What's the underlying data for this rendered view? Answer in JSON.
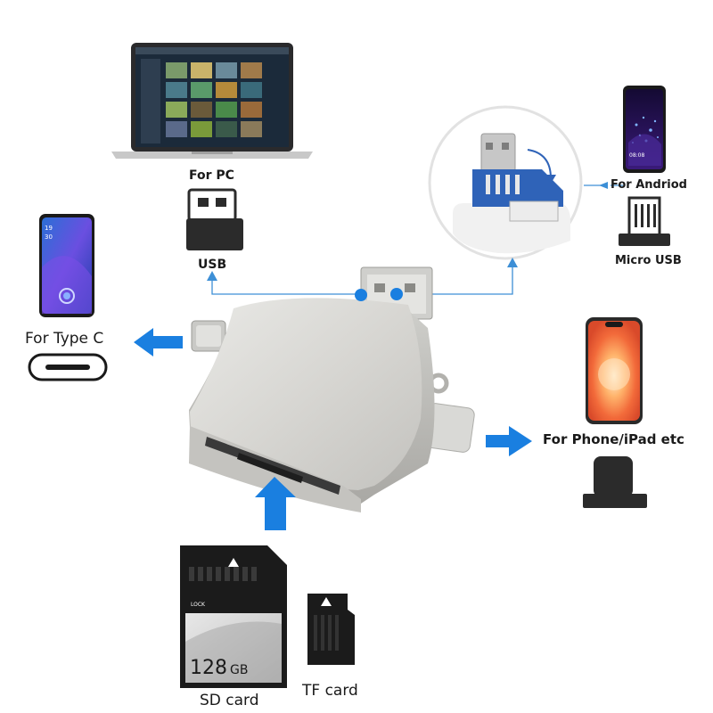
{
  "labels": {
    "pc": "For PC",
    "usb": "USB",
    "android": "For Andriod",
    "micro_usb": "Micro USB",
    "type_c": "For Type C",
    "phone": "For  Phone/iPad etc",
    "sd_card": "SD card",
    "tf_card": "TF card",
    "sd_capacity_num": "128",
    "sd_capacity_unit": "GB",
    "sd_lock": "LOCK"
  },
  "colors": {
    "arrow_blue": "#1a7fe0",
    "line_blue": "#3d8fd6",
    "device_silver": "#dcdcd8",
    "card_black": "#1b1b1b"
  }
}
